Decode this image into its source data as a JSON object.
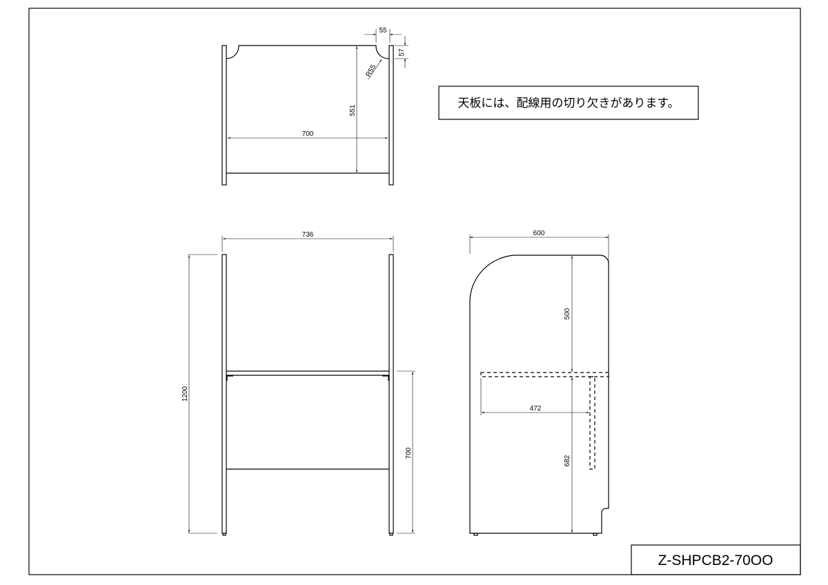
{
  "note": "天板には、配線用の切り欠きがあります。",
  "model_number": "Z-SHPCB2-70OO",
  "top_view": {
    "width": "700",
    "depth": "551",
    "notch_width": "55",
    "notch_depth": "57",
    "notch_radius": "R55"
  },
  "front_view": {
    "overall_width": "736",
    "overall_height": "1200",
    "shelf_height": "700"
  },
  "side_view": {
    "depth": "600",
    "upper_height": "500",
    "lower_height": "682",
    "shelf_depth": "472"
  }
}
